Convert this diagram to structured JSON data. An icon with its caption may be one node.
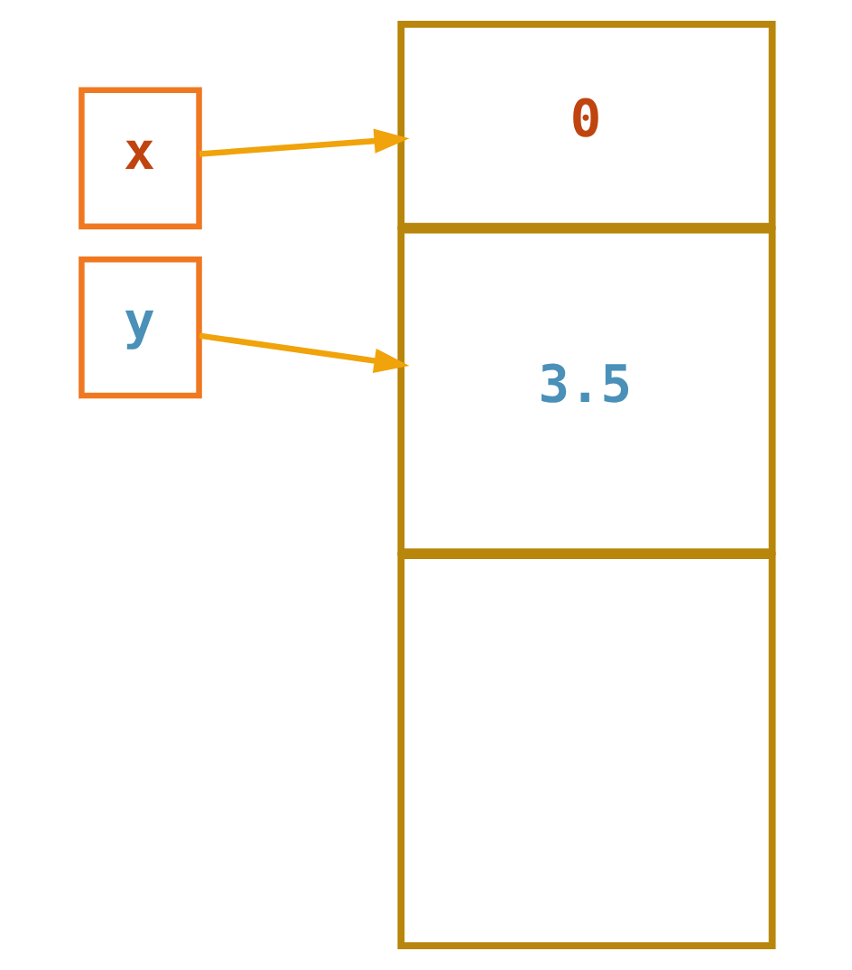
{
  "diagram": {
    "nodes": [
      {
        "text": [
          "x"
        ]
      },
      {
        "text": [
          "y"
        ]
      },
      {
        "text": [
          "0"
        ]
      },
      {
        "text": [
          "3.5"
        ]
      },
      {
        "text": [],
        "shape": "box"
      }
    ],
    "edges": [
      {
        "from": 0,
        "to": 2,
        "arrow": "to"
      },
      {
        "from": 1,
        "to": 3,
        "arrow": "to"
      }
    ]
  }
}
